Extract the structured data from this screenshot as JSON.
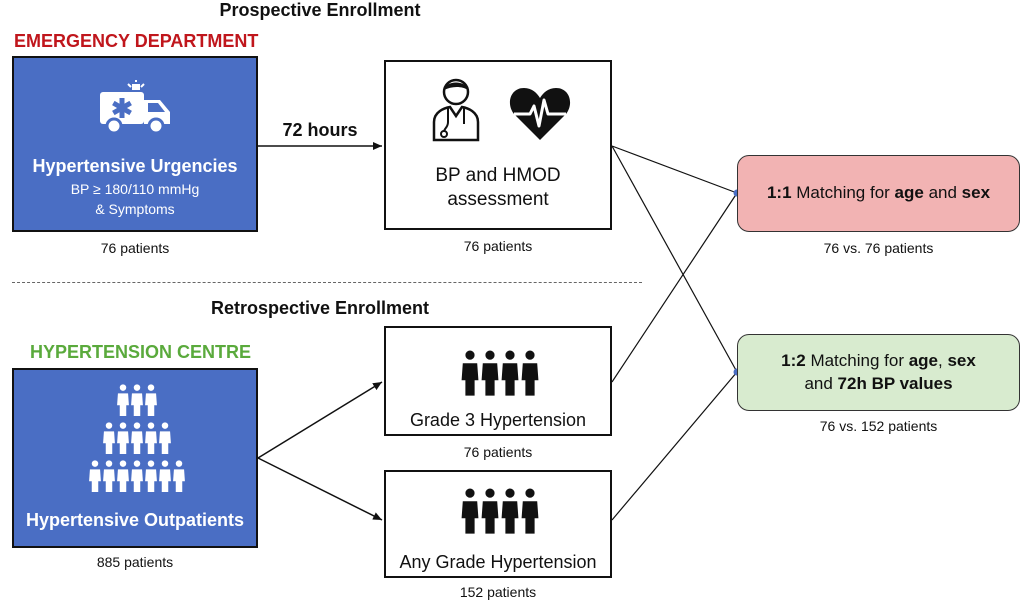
{
  "prospective": {
    "heading": "Prospective Enrollment",
    "section_label": "EMERGENCY DEPARTMENT",
    "ed_box": {
      "title": "Hypertensive Urgencies",
      "line1": "BP ≥ 180/110 mmHg",
      "line2": "& Symptoms",
      "icon": "ambulance-icon"
    },
    "ed_count": "76 patients",
    "arrow_label": "72 hours",
    "assessment_box": {
      "line1": "BP and HMOD",
      "line2": "assessment",
      "icons": [
        "doctor-icon",
        "heart-ecg-icon"
      ]
    },
    "assessment_count": "76 patients"
  },
  "retrospective": {
    "heading": "Retrospective Enrollment",
    "section_label": "HYPERTENSION CENTRE",
    "outpatient_box": {
      "title": "Hypertensive Outpatients",
      "icon": "people-pyramid-icon"
    },
    "outpatient_count": "885 patients",
    "grade3_box": {
      "title": "Grade 3 Hypertension",
      "icon": "people-group-icon"
    },
    "grade3_count": "76 patients",
    "anygrade_box": {
      "title": "Any Grade Hypertension",
      "icon": "people-group-icon"
    },
    "anygrade_count": "152 patients"
  },
  "matching": {
    "m1": {
      "ratio": "1:1",
      "text_a": " Matching for ",
      "bold_a": "age",
      "text_b": " and ",
      "bold_b": "sex",
      "count": "76 vs. 76 patients"
    },
    "m2": {
      "ratio": "1:2",
      "text_a": " Matching for ",
      "bold_a": "age",
      "text_b": ", ",
      "bold_b": "sex",
      "text_c": "and ",
      "bold_c": "72h BP values",
      "count": "76 vs. 152 patients"
    }
  },
  "colors": {
    "blue_box": "#4a6ec4",
    "red_label": "#c0161c",
    "green_label": "#5aaa3c",
    "pink_box": "#f2b3b3",
    "green_box": "#d8ebcf",
    "connector_dot": "#4a6ec4"
  }
}
